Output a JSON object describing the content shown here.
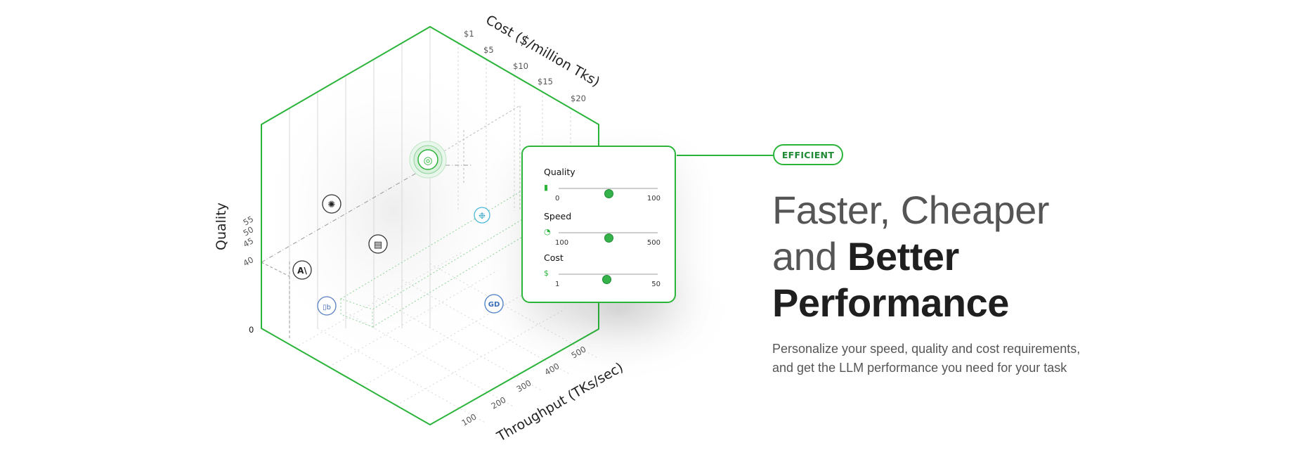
{
  "chart": {
    "quality_axis": {
      "title": "Quality",
      "ticks": [
        "0",
        "40",
        "45",
        "50",
        "55"
      ]
    },
    "cost_axis": {
      "title": "Cost ($/million Tks)",
      "ticks": [
        "$1",
        "$5",
        "$10",
        "$15",
        "$20"
      ]
    },
    "throughput_axis": {
      "title": "Throughput (TKs/sec)",
      "ticks": [
        "100",
        "200",
        "300",
        "400",
        "500"
      ]
    },
    "model_icons": [
      {
        "name": "openai-icon",
        "glyph": "✺"
      },
      {
        "name": "perplexity-icon",
        "glyph": "❉"
      },
      {
        "name": "anthropic-icon",
        "glyph": "A\\"
      },
      {
        "name": "fireworks-icon",
        "glyph": "▤"
      },
      {
        "name": "bloom-icon",
        "glyph": "▯b"
      },
      {
        "name": "databricks-icon",
        "glyph": "GD"
      },
      {
        "name": "spiral-highlight-icon",
        "glyph": "◎"
      }
    ]
  },
  "panel": {
    "controls": [
      {
        "key": "quality",
        "label": "Quality",
        "icon": "bar-chart-icon",
        "glyph": "▮",
        "min": "0",
        "max": "100",
        "value_fraction": 0.5
      },
      {
        "key": "speed",
        "label": "Speed",
        "icon": "speedometer-icon",
        "glyph": "◔",
        "min": "100",
        "max": "500",
        "value_fraction": 0.5
      },
      {
        "key": "cost",
        "label": "Cost",
        "icon": "dollar-icon",
        "glyph": "$",
        "min": "1",
        "max": "50",
        "value_fraction": 0.48
      }
    ]
  },
  "badge": {
    "label": "EFFICIENT"
  },
  "headline": {
    "line1": "Faster, Cheaper",
    "line2_plain": "and ",
    "line2_strong": "Better",
    "line3_strong": "Performance"
  },
  "description": "Personalize your speed, quality and cost requirements, and get the LLM performance you need for your task",
  "colors": {
    "accent": "#2bb43a",
    "accent_dark": "#1f8a34",
    "heading": "#555555",
    "heading_strong": "#1f1f1f",
    "body": "#555555"
  }
}
